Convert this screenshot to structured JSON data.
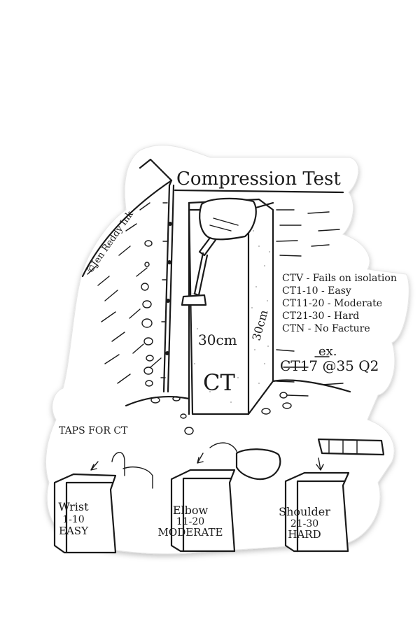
{
  "title": "Compression Test",
  "copyright": "©Jen Reddy Ink",
  "block": {
    "front_label": "30cm",
    "side_label": "30cm",
    "center_label": "CT"
  },
  "legend": [
    "CTV - Fails on isolation",
    "CT1-10 - Easy",
    "CT11-20 - Moderate",
    "CT21-30 - Hard",
    "CTN - No Facture"
  ],
  "example": {
    "label": "ex.",
    "value": "CT17 @35 Q2"
  },
  "taps_label": "TAPS FOR CT",
  "taps": [
    {
      "joint": "Wrist",
      "range": "1-10",
      "level": "EASY"
    },
    {
      "joint": "Elbow",
      "range": "11-20",
      "level": "MODERATE"
    },
    {
      "joint": "Shoulder",
      "range": "21-30",
      "level": "HARD"
    }
  ],
  "colors": {
    "ink": "#1a1a1a",
    "paper": "#ffffff",
    "sticker_shadow": "#d8d8d8"
  }
}
